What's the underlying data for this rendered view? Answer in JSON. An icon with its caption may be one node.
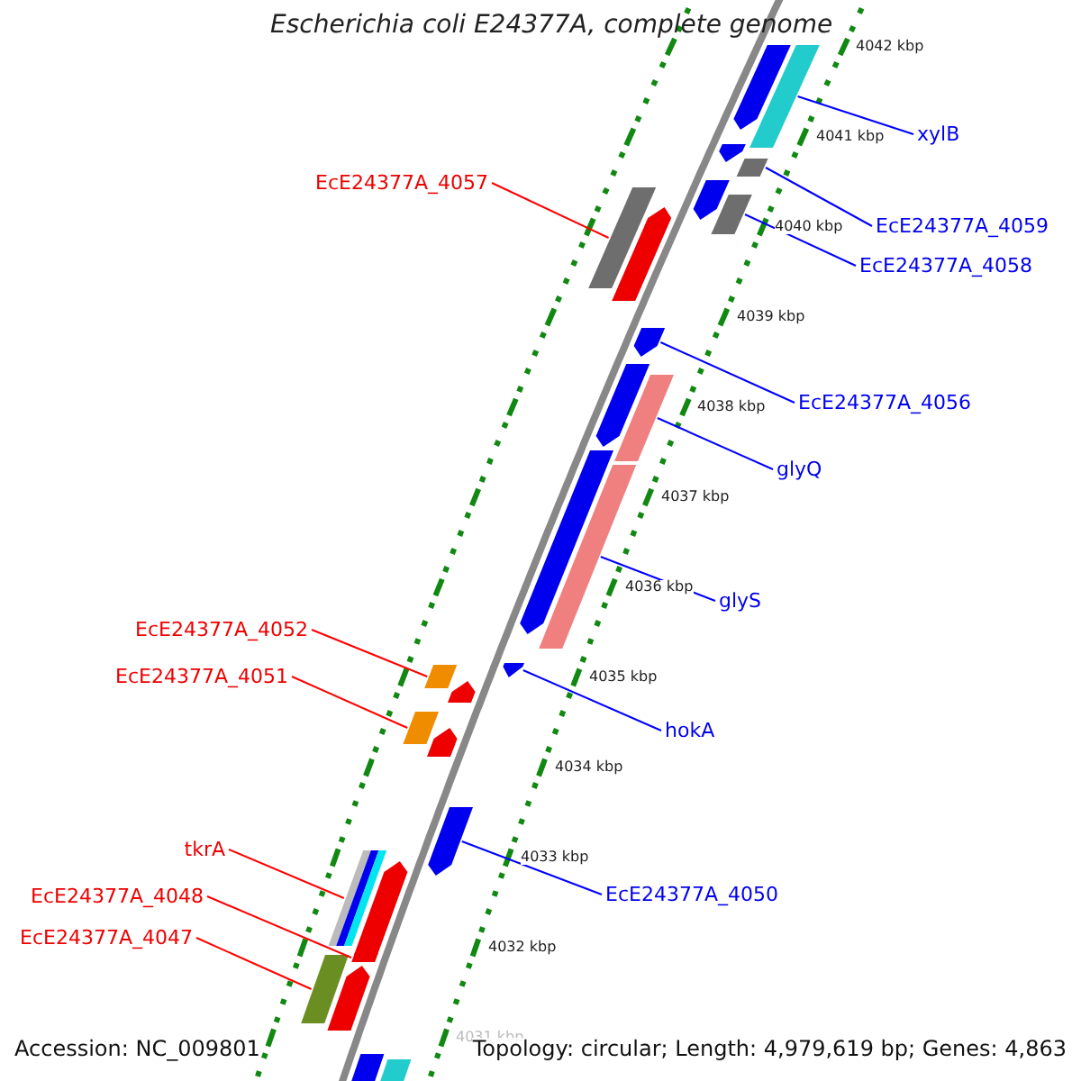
{
  "diagram": {
    "title": "Escherichia coli E24377A, complete genome",
    "nodes": [
      {
        "text": [
          "xylB"
        ]
      },
      {
        "text": [
          "EcE24377A_4057"
        ]
      },
      {
        "text": [
          "EcE24377A_4059"
        ]
      },
      {
        "text": [
          "EcE24377A_4058"
        ]
      },
      {
        "text": [
          "EcE24377A_4056"
        ]
      },
      {
        "text": [
          "glyQ"
        ]
      },
      {
        "text": [
          "glyS"
        ]
      },
      {
        "text": [
          "EcE24377A_4052"
        ]
      },
      {
        "text": [
          "EcE24377A_4051"
        ]
      },
      {
        "text": [
          "hokA"
        ]
      },
      {
        "text": [
          "tkrA"
        ]
      },
      {
        "text": [
          "EcE24377A_4050"
        ]
      },
      {
        "text": [
          "EcE24377A_4048"
        ]
      },
      {
        "text": [
          "EcE24377A_4047"
        ]
      },
      {
        "text": [],
        "shape": "bar"
      },
      {
        "text": [],
        "shape": "bar"
      },
      {
        "text": [],
        "shape": "bar"
      },
      {
        "text": [],
        "shape": "bar"
      },
      {
        "text": [],
        "shape": "bar"
      },
      {
        "text": [],
        "shape": "bar"
      },
      {
        "text": [],
        "shape": "bar"
      },
      {
        "text": [],
        "shape": "bar"
      },
      {
        "text": [],
        "shape": "bar"
      },
      {
        "text": [],
        "shape": "bar"
      },
      {
        "text": [],
        "shape": "bar"
      },
      {
        "text": [],
        "shape": "bar"
      },
      {
        "text": [],
        "shape": "bar"
      },
      {
        "text": [],
        "shape": "bar"
      },
      {
        "text": [],
        "shape": "bar"
      },
      {
        "text": [],
        "shape": "bar"
      },
      {
        "text": [],
        "shape": "bar"
      },
      {
        "text": [],
        "shape": "bar"
      },
      {
        "text": [],
        "shape": "bar"
      },
      {
        "text": [],
        "shape": "bar"
      },
      {
        "text": [],
        "shape": "bar"
      },
      {
        "text": [],
        "shape": "bar"
      },
      {
        "text": [],
        "shape": "bar"
      },
      {
        "text": [],
        "shape": "bar"
      },
      {
        "text": [],
        "shape": "bar"
      },
      {
        "text": [],
        "shape": "bar"
      }
    ],
    "edges": [
      {
        "from": 0,
        "to": 14,
        "arrow": "none"
      },
      {
        "from": 1,
        "to": 15,
        "arrow": "none",
        "color": "#ff0000"
      },
      {
        "from": 2,
        "to": 16,
        "arrow": "none"
      },
      {
        "from": 3,
        "to": 17,
        "arrow": "none"
      },
      {
        "from": 4,
        "to": 18,
        "arrow": "none"
      },
      {
        "from": 5,
        "to": 19,
        "arrow": "none"
      },
      {
        "from": 6,
        "to": 20,
        "arrow": "none"
      },
      {
        "from": 7,
        "to": 21,
        "arrow": "none",
        "color": "#ff0000"
      },
      {
        "from": 8,
        "to": 22,
        "arrow": "none",
        "color": "#ff0000"
      },
      {
        "from": 9,
        "to": 23,
        "arrow": "none"
      },
      {
        "from": 10,
        "to": 24,
        "arrow": "none",
        "color": "#ff0000"
      },
      {
        "from": 11,
        "to": 25,
        "arrow": "none"
      },
      {
        "from": 12,
        "to": 26,
        "arrow": "none",
        "color": "#ff0000"
      },
      {
        "from": 13,
        "to": 27,
        "arrow": "none",
        "color": "#ff0000"
      }
    ],
    "labels": [
      "4042 kbp",
      "4041 kbp",
      "4040 kbp",
      "4039 kbp",
      "4038 kbp",
      "4037 kbp",
      "4036 kbp",
      "4035 kbp",
      "4034 kbp",
      "4033 kbp",
      "4032 kbp",
      "4031 kbp",
      "Accession: NC_009801",
      "Topology: circular; Length: 4,979,619 bp; Genes: 4,863"
    ]
  }
}
